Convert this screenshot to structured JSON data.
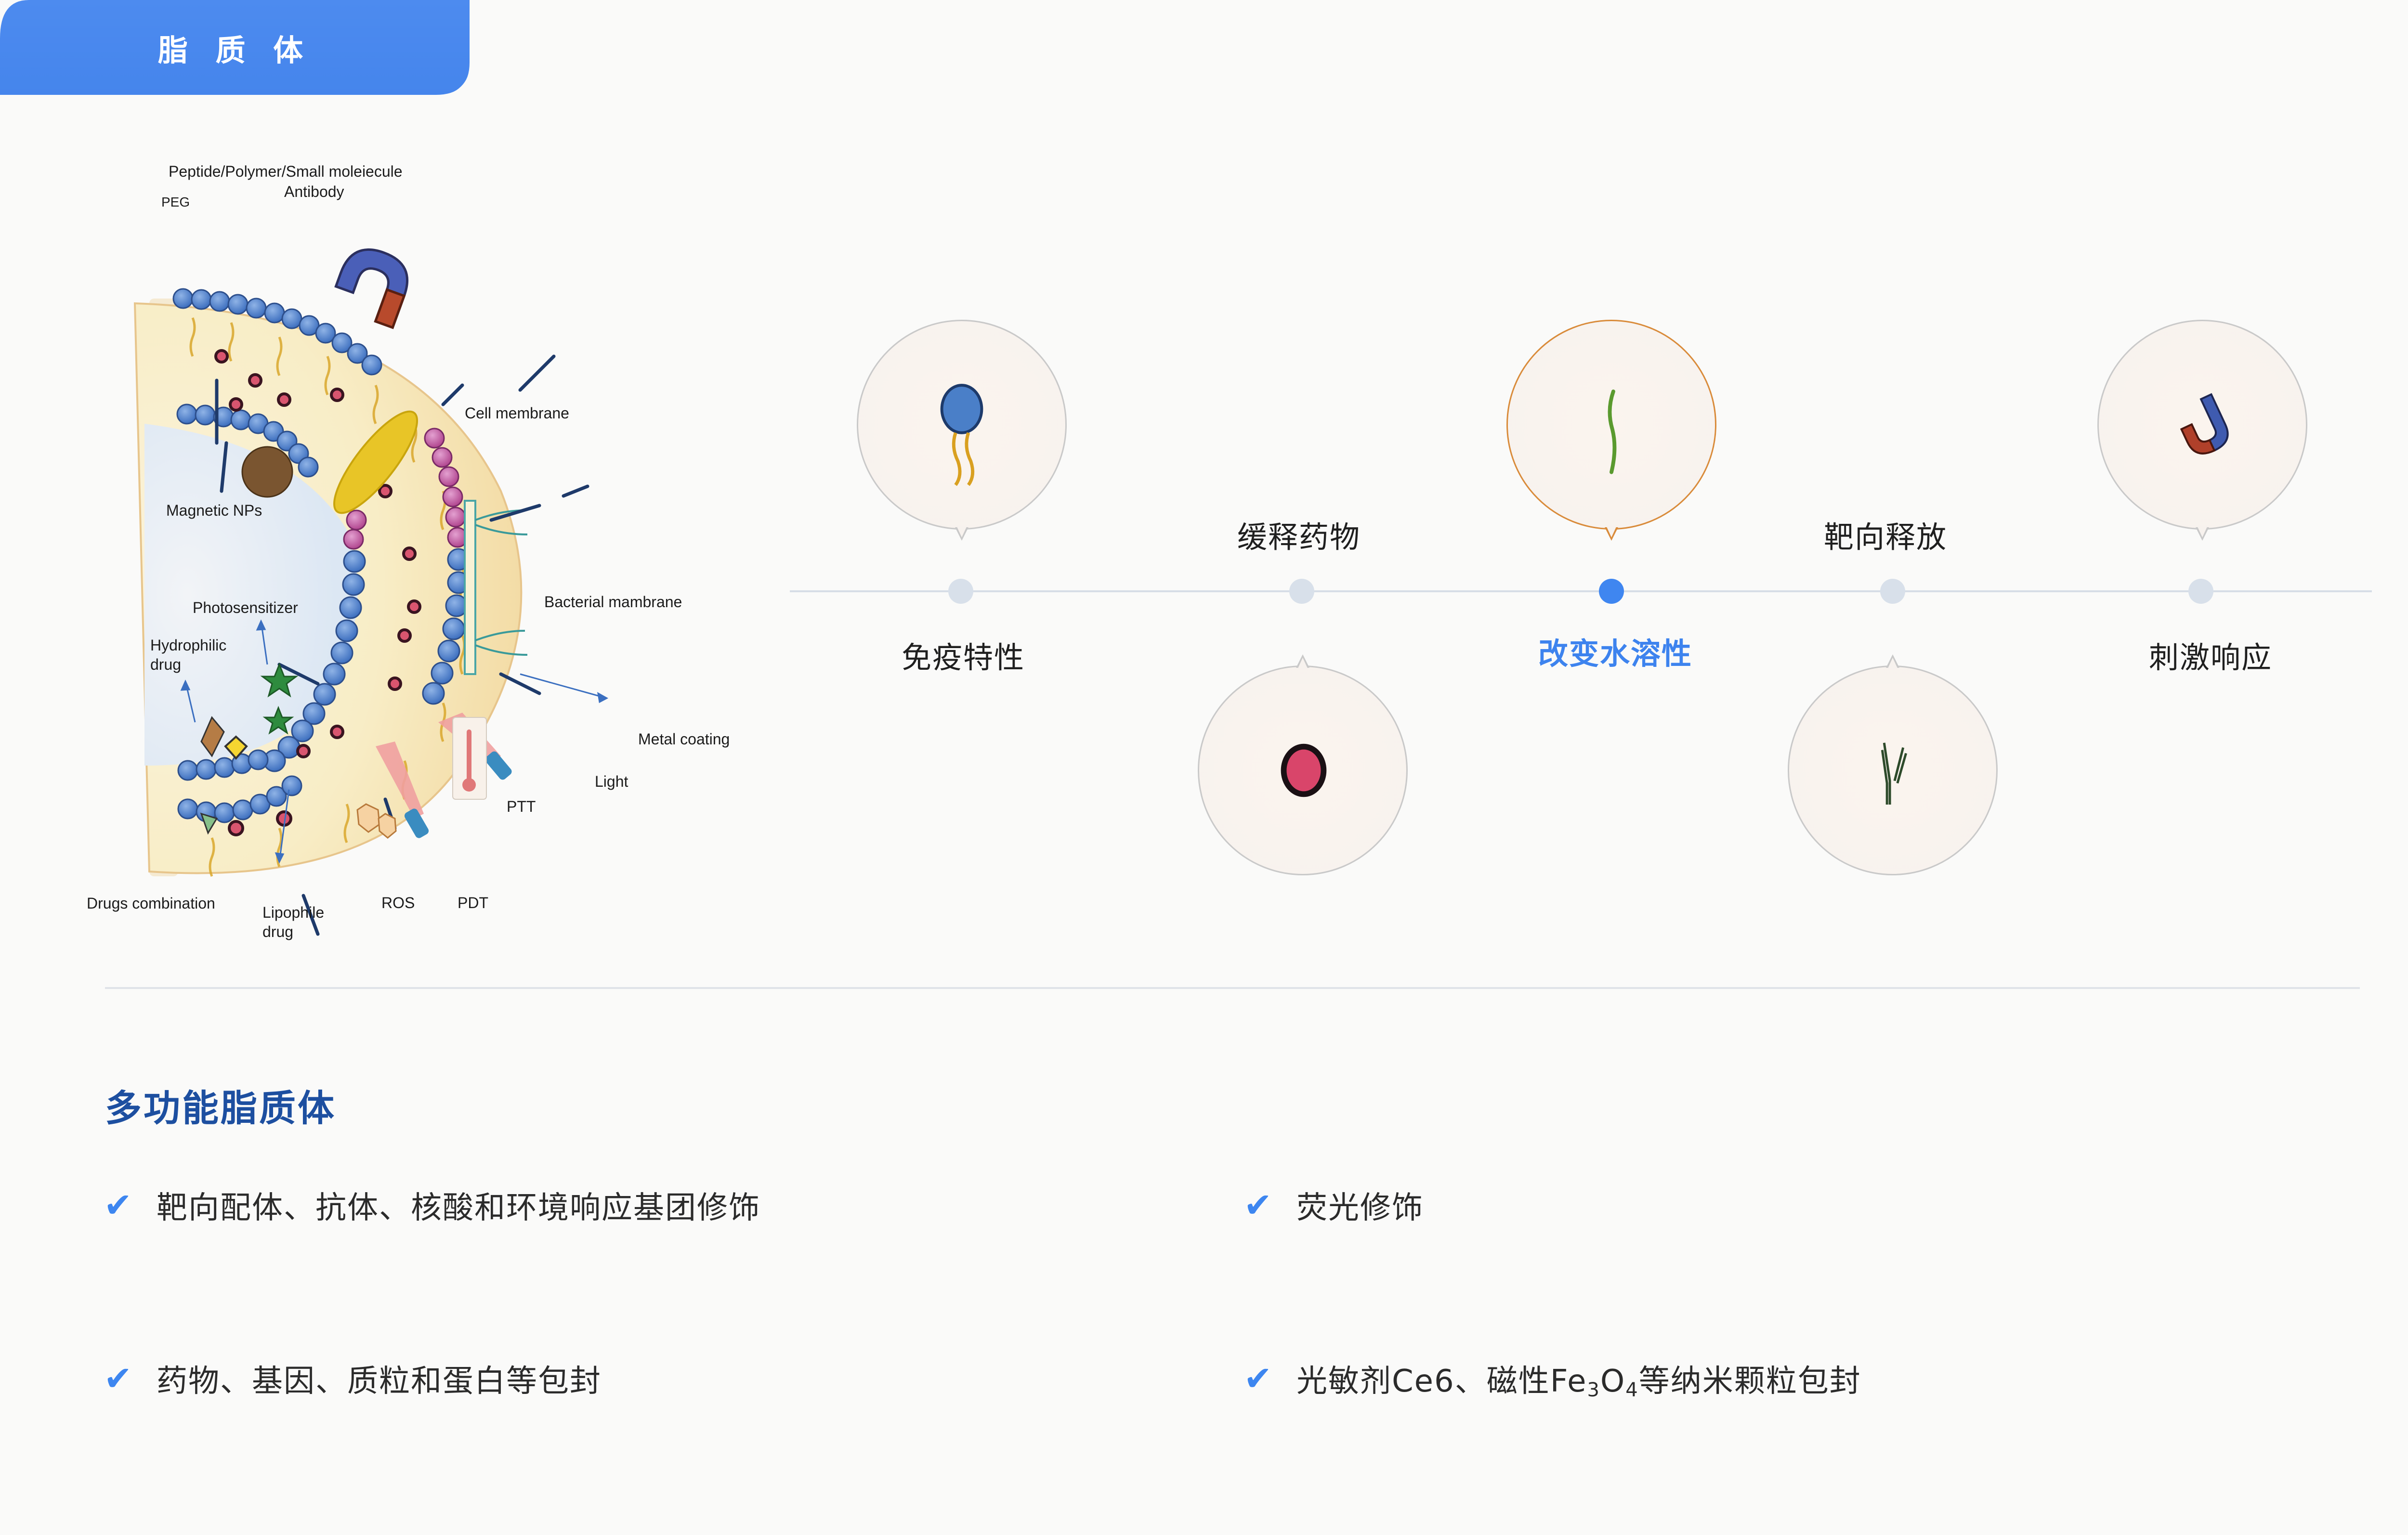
{
  "header": {
    "title": "脂 质 体",
    "color": "#4a88ee"
  },
  "diagram": {
    "labels": {
      "peptide": "Peptide/Polymer/Small moleiecule",
      "antibody": "Antibody",
      "peg": "PEG",
      "cell_membrane": "Cell membrane",
      "magnetic_nps": "Magnetic NPs",
      "bacterial_membrane": "Bacterial mambrane",
      "photosensitizer": "Photosensitizer",
      "hydrophilic_line1": "Hydrophilic",
      "hydrophilic_line2": "drug",
      "metal_coating": "Metal coating",
      "light": "Light",
      "ptt": "PTT",
      "drugs_combination": "Drugs combination",
      "lipophile_line1": "Lipophile",
      "lipophile_line2": "drug",
      "ros": "ROS",
      "pdt": "PDT"
    }
  },
  "timeline": {
    "items": [
      {
        "label": "免疫特性",
        "icon": "phospholipid-icon",
        "position": "top",
        "active": false
      },
      {
        "label": "缓释药物",
        "icon": "drug-particle-icon",
        "position": "bottom",
        "active": false
      },
      {
        "label": "改变水溶性",
        "icon": "polymer-chain-icon",
        "position": "top",
        "active": true
      },
      {
        "label": "靶向释放",
        "icon": "antibody-icon",
        "position": "bottom",
        "active": false
      },
      {
        "label": "刺激响应",
        "icon": "magnet-icon",
        "position": "top",
        "active": false
      }
    ],
    "active_color": "#3d83ee",
    "dot_color": "#d8e0ea"
  },
  "section": {
    "title": "多功能脂质体",
    "title_color": "#1d4fa0",
    "check_icon": "✔",
    "features": [
      {
        "text": "靶向配体、抗体、核酸和环境响应基团修饰"
      },
      {
        "text": "荧光修饰"
      },
      {
        "text": "药物、基因、质粒和蛋白等包封"
      },
      {
        "text_pre": "光敏剂Ce6、磁性Fe",
        "sub1": "3",
        "mid": "O",
        "sub2": "4",
        "text_post": "等纳米颗粒包封"
      }
    ]
  }
}
